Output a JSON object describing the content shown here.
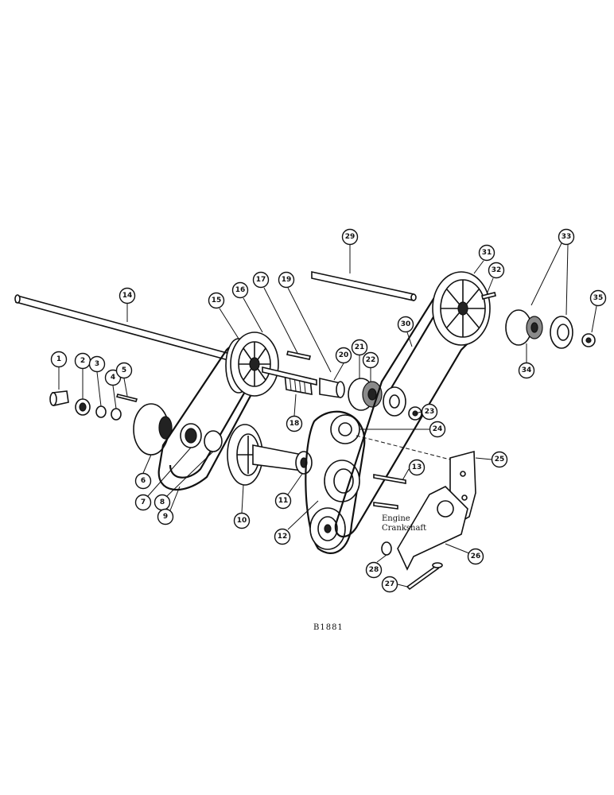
{
  "callouts": [
    "1",
    "2",
    "3",
    "4",
    "5",
    "6",
    "7",
    "8",
    "9",
    "10",
    "11",
    "12",
    "13",
    "14",
    "15",
    "16",
    "17",
    "18",
    "19",
    "20",
    "21",
    "22",
    "23",
    "24",
    "25",
    "26",
    "27",
    "28",
    "29",
    "30",
    "31",
    "32",
    "33",
    "34",
    "35"
  ],
  "labels": {
    "engine_line1": "Engine",
    "engine_line2": "Crankshaft",
    "figure_code": "B1881"
  }
}
